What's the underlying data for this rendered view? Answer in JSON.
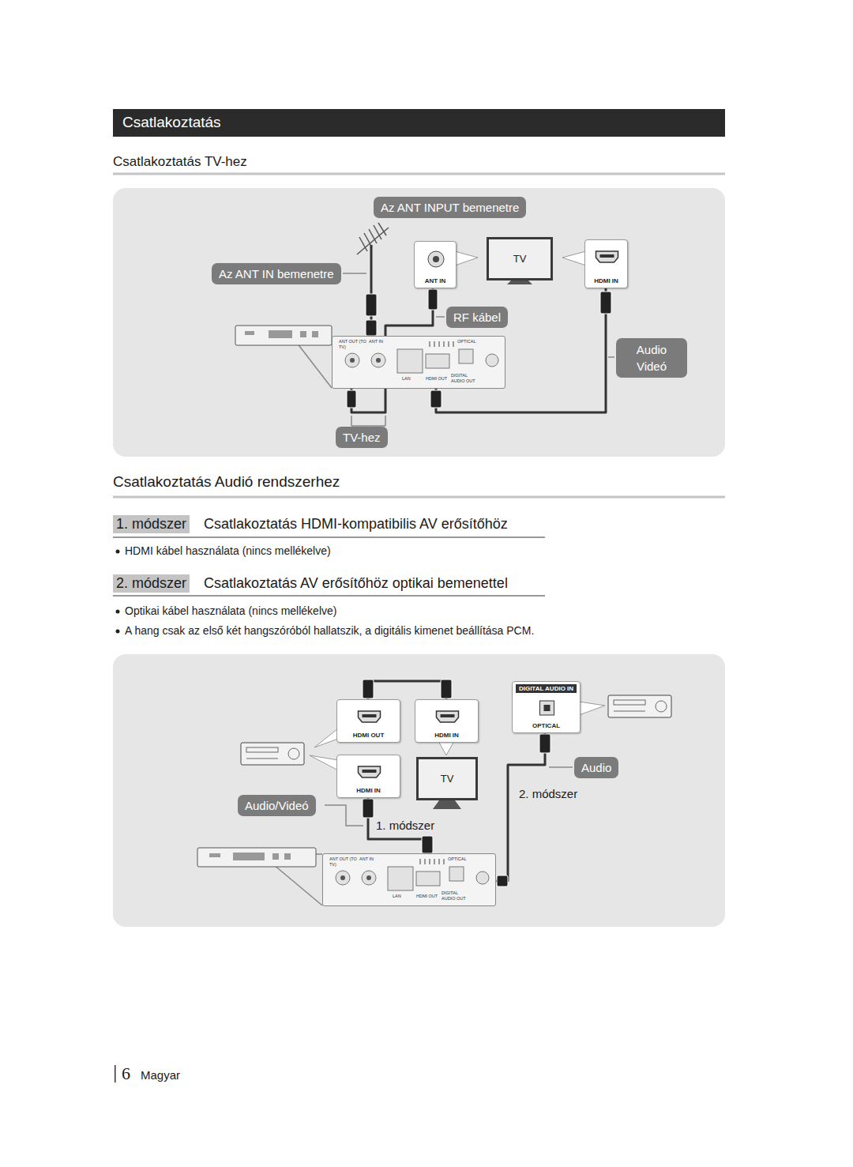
{
  "diagram": {
    "title": "Csatlakoztatás",
    "nodes": [
      {
        "text": [
          "Az ANT INPUT bemenetre"
        ]
      },
      {
        "text": [
          "Az ANT IN bemenetre"
        ]
      },
      {
        "text": [
          "ANT IN"
        ]
      },
      {
        "text": [
          "TV"
        ]
      },
      {
        "text": [
          "HDMI IN"
        ]
      },
      {
        "text": [
          "RF kábel"
        ]
      },
      {
        "text": [
          "Audio Videó"
        ]
      },
      {
        "text": [
          "TV-hez"
        ]
      },
      {
        "text": [
          "ANT OUT (TO TV)",
          "ANT IN",
          "LAN",
          "HDMI OUT",
          "OPTICAL",
          "DIGITAL AUDIO OUT"
        ]
      },
      {
        "text": [
          "HDMI OUT"
        ]
      },
      {
        "text": [
          "HDMI IN"
        ]
      },
      {
        "text": [
          "HDMI IN"
        ]
      },
      {
        "text": [
          "TV"
        ]
      },
      {
        "text": [
          "DIGITAL AUDIO IN",
          "OPTICAL"
        ]
      },
      {
        "text": [
          "Audio"
        ]
      },
      {
        "text": [
          "Audio/Videó"
        ]
      },
      {
        "text": [
          "ANT OUT (TO TV)",
          "ANT IN",
          "LAN",
          "HDMI OUT",
          "OPTICAL",
          "DIGITAL AUDIO OUT"
        ]
      }
    ],
    "edges": [
      {
        "from": 8,
        "to": 2,
        "arrow": "none"
      },
      {
        "from": 8,
        "to": 4,
        "arrow": "none"
      },
      {
        "from": 9,
        "to": 10,
        "arrow": "none"
      },
      {
        "from": 16,
        "to": 11,
        "arrow": "none"
      },
      {
        "from": 16,
        "to": 13,
        "arrow": "none"
      }
    ],
    "labels": [
      "Csatlakoztatás TV-hez",
      "Csatlakoztatás Audió rendszerhez",
      "1. módszer",
      "Csatlakoztatás HDMI-kompatibilis AV erősítőhöz",
      "HDMI kábel használata (nincs mellékelve)",
      "2. módszer",
      "Csatlakoztatás AV erősítőhöz optikai bemenettel",
      "Optikai kábel használata (nincs mellékelve)",
      "A hang csak az első két hangszóróból hallatszik, a digitális kimenet beállítása PCM.",
      "1. módszer",
      "2. módszer",
      "6",
      "Magyar"
    ]
  }
}
